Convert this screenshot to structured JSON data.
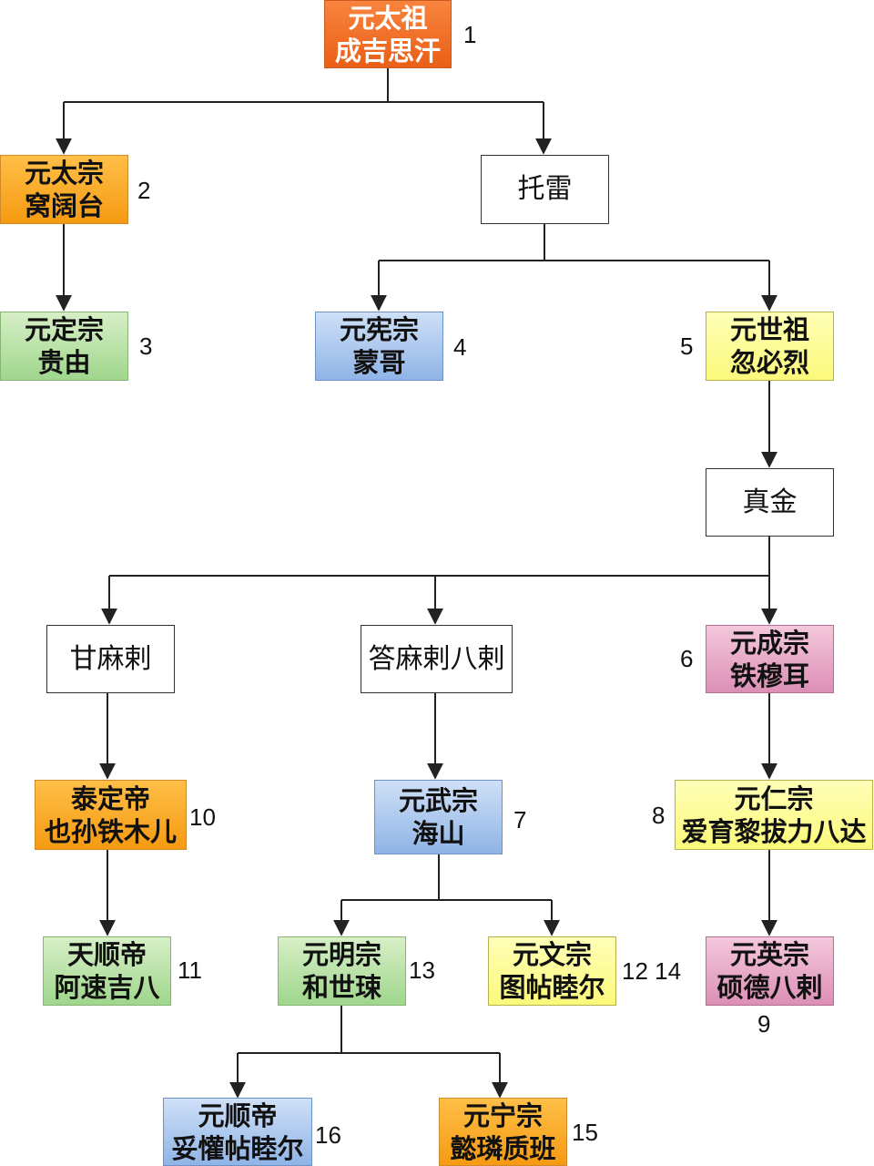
{
  "nodes": {
    "chengjisihan": {
      "line1": "元太祖",
      "line2": "成吉思汗",
      "number": "1"
    },
    "wokuotai": {
      "line1": "元太宗",
      "line2": "窝阔台",
      "number": "2"
    },
    "tuolei": {
      "line1": "托雷"
    },
    "guiyou": {
      "line1": "元定宗",
      "line2": "贵由",
      "number": "3"
    },
    "mengge": {
      "line1": "元宪宗",
      "line2": "蒙哥",
      "number": "4"
    },
    "hubilie": {
      "line1": "元世祖",
      "line2": "忽必烈",
      "number": "5"
    },
    "zhenjin": {
      "line1": "真金"
    },
    "ganmala": {
      "line1": "甘麻剌"
    },
    "damalabala": {
      "line1": "答麻剌八剌"
    },
    "tiemuer": {
      "line1": "元成宗",
      "line2": "铁穆耳",
      "number": "6"
    },
    "yesuntiemuer": {
      "line1": "泰定帝",
      "line2": "也孙铁木儿",
      "number": "10"
    },
    "haishan": {
      "line1": "元武宗",
      "line2": "海山",
      "number": "7"
    },
    "aiyuliba": {
      "line1": "元仁宗",
      "line2": "爱育黎拔力八达",
      "number": "8"
    },
    "asujiba": {
      "line1": "天顺帝",
      "line2": "阿速吉八",
      "number": "11"
    },
    "heshila": {
      "line1": "元明宗",
      "line2": "和世㻋",
      "number": "13"
    },
    "tutiemuer": {
      "line1": "元文宗",
      "line2": "图帖睦尔",
      "number": "12 14"
    },
    "shuodebala": {
      "line1": "元英宗",
      "line2": "硕德八剌",
      "number": "9"
    },
    "tuohuantiemuer": {
      "line1": "元顺帝",
      "line2": "妥懽帖睦尔",
      "number": "16"
    },
    "yilingzhiban": {
      "line1": "元宁宗",
      "line2": "懿璘质班",
      "number": "15"
    }
  }
}
